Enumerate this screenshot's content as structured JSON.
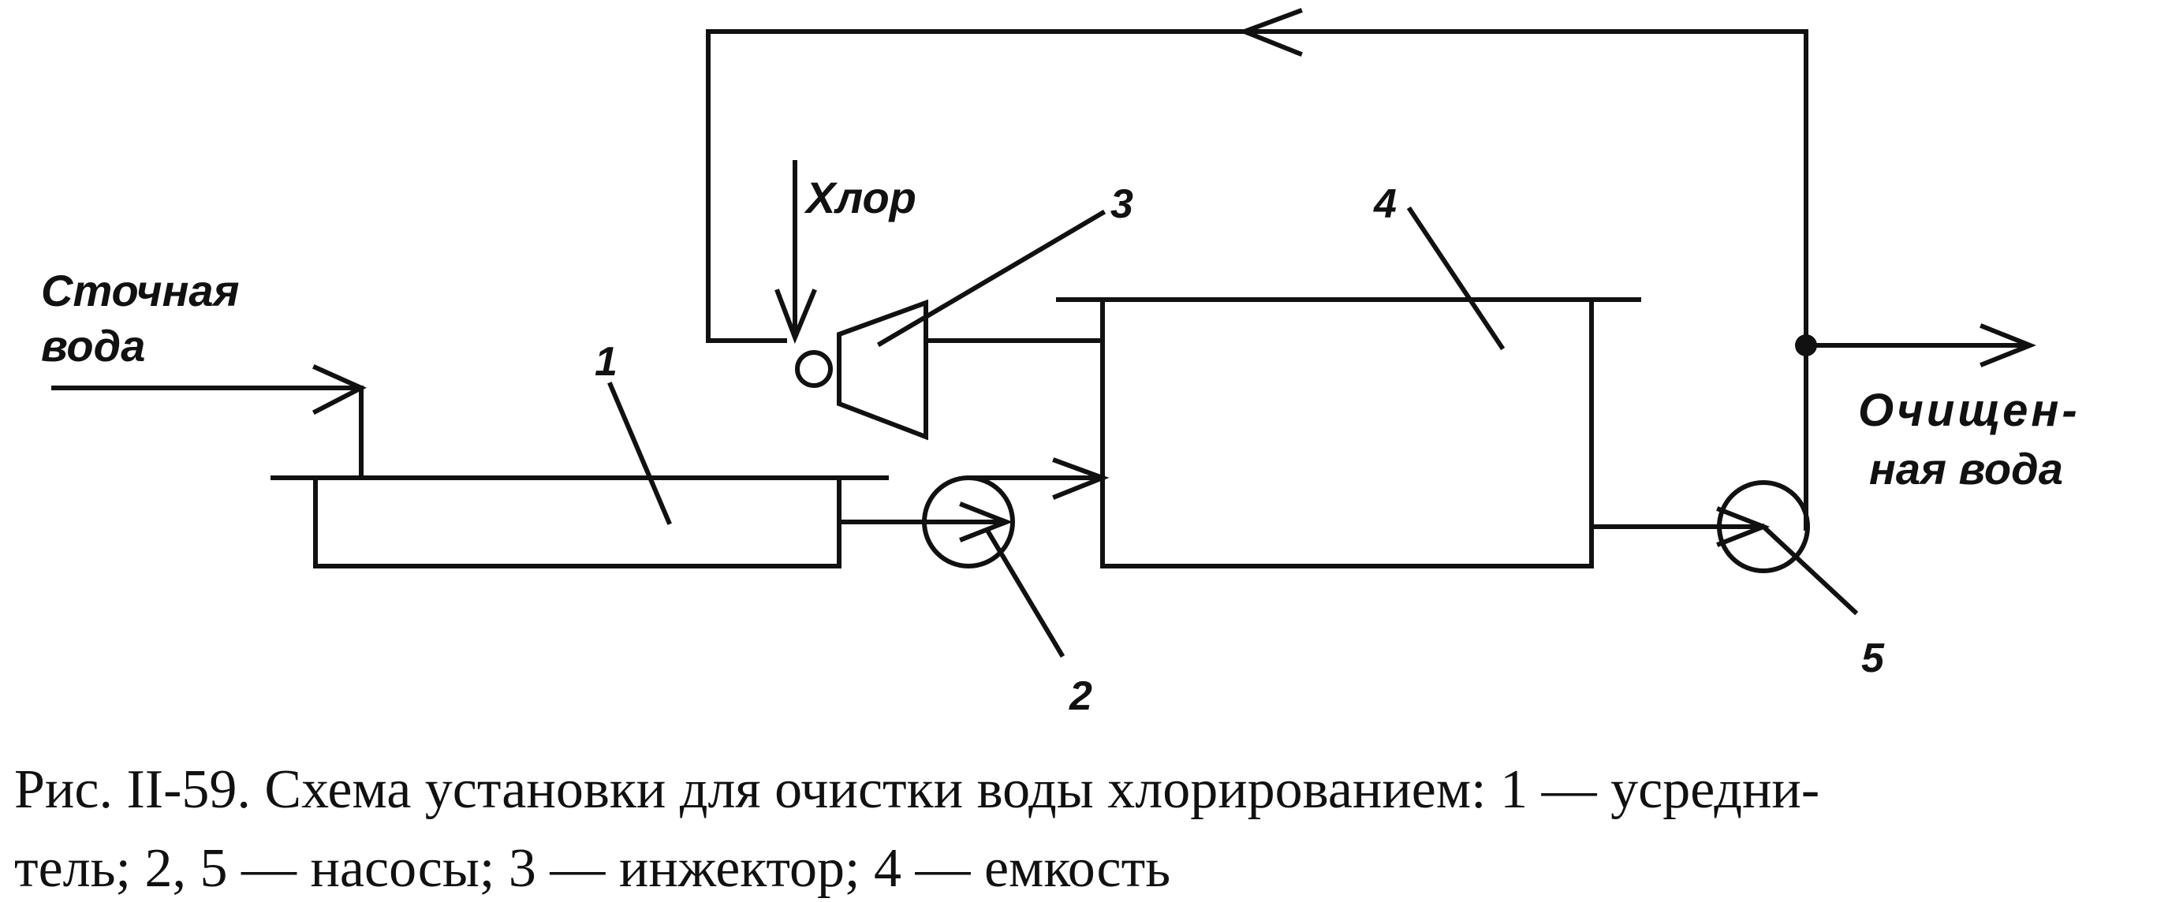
{
  "diagram": {
    "labels": {
      "wastewater_line1": "Сточная",
      "wastewater_line2": "вода",
      "chlorine": "Хлор",
      "treated_line1": "Очищен-",
      "treated_line2": "ная вода",
      "num_equalizer": "1",
      "num_pump_left": "2",
      "num_injector": "3",
      "num_tank": "4",
      "num_pump_right": "5"
    }
  },
  "caption": {
    "line1": "Рис. II-59. Схема установки для очистки воды хлорированием: 1 — усредни-",
    "line2": "тель; 2, 5 — насосы; 3 — инжектор; 4 — емкость"
  }
}
